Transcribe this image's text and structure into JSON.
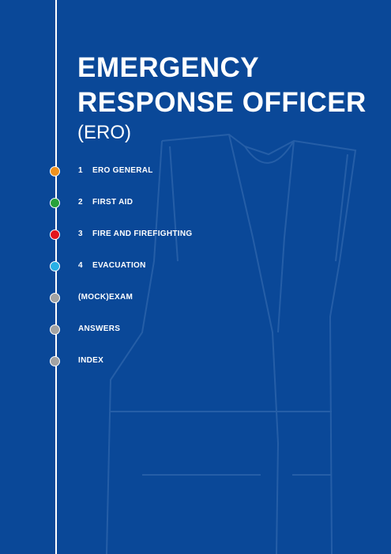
{
  "cover": {
    "title_line1": "EMERGENCY",
    "title_line2": "RESPONSE OFFICER",
    "subtitle": "(ERO)"
  },
  "toc": [
    {
      "number": "1",
      "label": "ERO GENERAL",
      "color": "#f0921e"
    },
    {
      "number": "2",
      "label": "FIRST AID",
      "color": "#27a13a"
    },
    {
      "number": "3",
      "label": "FIRE AND FIREFIGHTING",
      "color": "#e3141d"
    },
    {
      "number": "4",
      "label": "EVACUATION",
      "color": "#27b0e6"
    },
    {
      "number": "",
      "label": "(MOCK)EXAM",
      "color": "#a3a3a3"
    },
    {
      "number": "",
      "label": "ANSWERS",
      "color": "#a3a3a3"
    },
    {
      "number": "",
      "label": "INDEX",
      "color": "#a3a3a3"
    }
  ],
  "colors": {
    "background": "#0a4898",
    "text": "#ffffff"
  },
  "decoration": "vest-outline-icon"
}
